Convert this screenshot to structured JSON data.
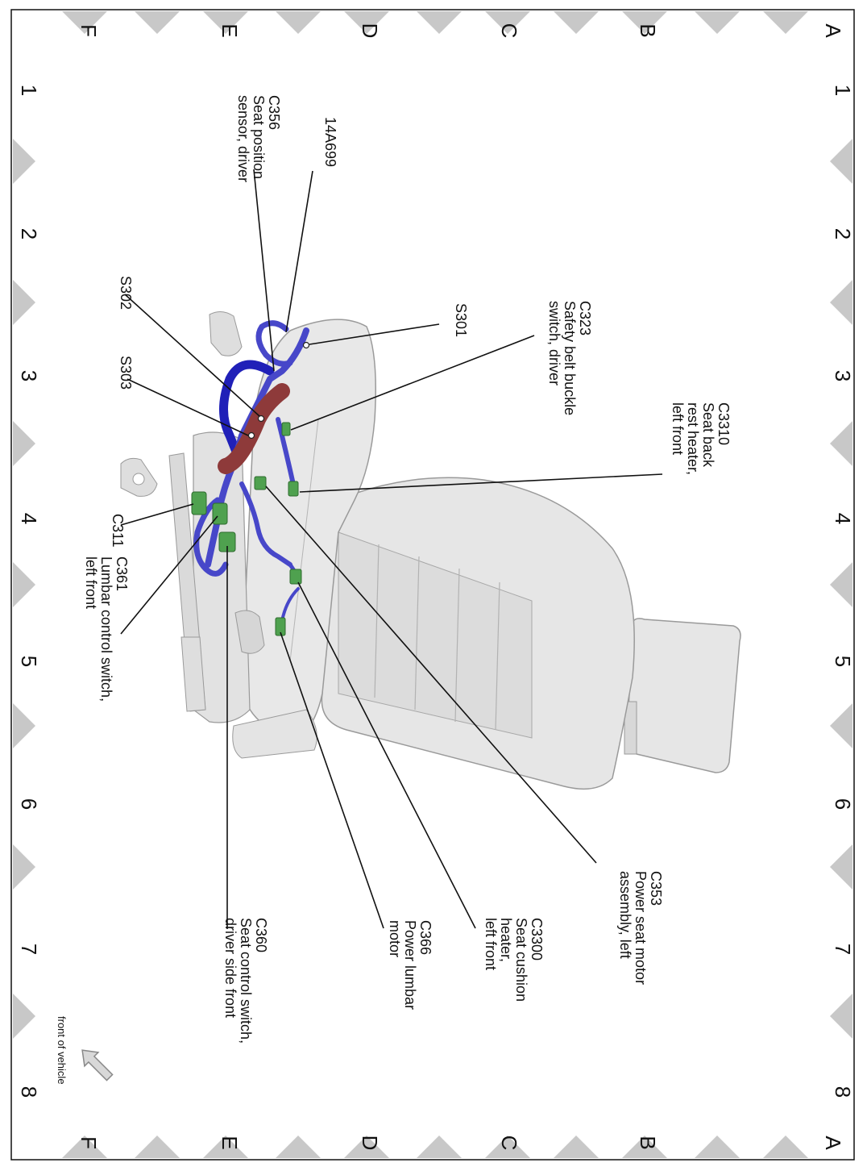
{
  "grid": {
    "rows": [
      "A",
      "B",
      "C",
      "D",
      "E",
      "F"
    ],
    "columns": [
      "1",
      "2",
      "3",
      "4",
      "5",
      "6",
      "7",
      "8"
    ]
  },
  "colors": {
    "harness": "#4747c9",
    "harness_dark": "#2020b8",
    "harness_red": "#8e3a3a",
    "connector": "#4fa14f",
    "seat": "#e4e4e4",
    "seat_edge": "#9c9c9c",
    "marker": "#c8c8c8"
  },
  "callouts": [
    {
      "id": "C356",
      "lines": [
        "C356",
        "Seat position",
        "sensor, driver"
      ]
    },
    {
      "id": "14A699",
      "lines": [
        "14A699"
      ]
    },
    {
      "id": "S302",
      "lines": [
        "S302"
      ]
    },
    {
      "id": "S303",
      "lines": [
        "S303"
      ]
    },
    {
      "id": "S301",
      "lines": [
        "S301"
      ]
    },
    {
      "id": "C323",
      "lines": [
        "C323",
        "Safety belt buckle",
        "switch, driver"
      ]
    },
    {
      "id": "C3310",
      "lines": [
        "C3310",
        "Seat back",
        "rest heater,",
        "left front"
      ]
    },
    {
      "id": "C311",
      "lines": [
        "C311"
      ]
    },
    {
      "id": "C361",
      "lines": [
        "C361",
        "Lumbar control switch,",
        "left front"
      ]
    },
    {
      "id": "C353",
      "lines": [
        "C353",
        "Power seat motor",
        "assembly, left"
      ]
    },
    {
      "id": "C3300",
      "lines": [
        "C3300",
        "Seat cushion",
        "heater,",
        "left front"
      ]
    },
    {
      "id": "C366",
      "lines": [
        "C366",
        "Power lumbar",
        "motor"
      ]
    },
    {
      "id": "C360",
      "lines": [
        "C360",
        "Seat control switch,",
        "driver side front"
      ]
    }
  ],
  "front_indicator": {
    "label": "front of vehicle",
    "icon": "arrow-icon"
  }
}
